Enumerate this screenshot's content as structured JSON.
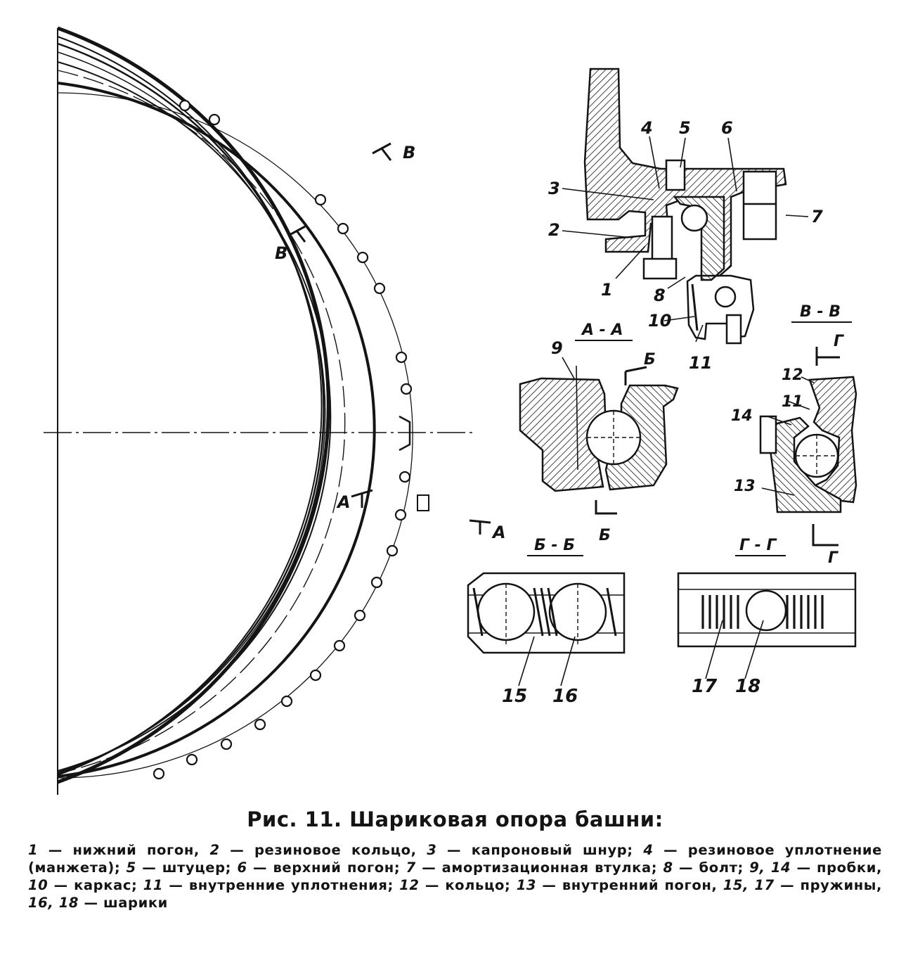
{
  "callouts": {
    "n1": "1",
    "n2": "2",
    "n3": "3",
    "n4": "4",
    "n5": "5",
    "n6": "6",
    "n7": "7",
    "n8": "8",
    "n9": "9",
    "n10": "10",
    "n11a": "11",
    "n11b": "11",
    "n12": "12",
    "n13": "13",
    "n14": "14",
    "n15": "15",
    "n16": "16",
    "n17": "17",
    "n18": "18"
  },
  "section_marks": {
    "v_upper": "В",
    "v_lower": "В",
    "a_left": "А",
    "a_right": "А",
    "b_upper": "Б",
    "b_lower": "Б",
    "g_upper": "Г",
    "g_lower": "Г"
  },
  "section_titles": {
    "aa": "А - А",
    "vv": "В - В",
    "bb": "Б - Б",
    "gg": "Г - Г"
  },
  "caption": {
    "title": "Рис. 11. Шариковая опора башни:",
    "items": [
      {
        "num": "1",
        "text": "нижний погон,"
      },
      {
        "num": "2",
        "text": "резиновое кольцо,"
      },
      {
        "num": "3",
        "text": "капроновый шнур;"
      },
      {
        "num": "4",
        "text": "резиновое уплотнение (манжета);"
      },
      {
        "num": "5",
        "text": "штуцер;"
      },
      {
        "num": "6",
        "text": "верхний погон;"
      },
      {
        "num": "7",
        "text": "амортизационная втулка;"
      },
      {
        "num": "8",
        "text": "болт;"
      },
      {
        "num": "9, 14",
        "text": "пробки,"
      },
      {
        "num": "10",
        "text": "каркас;"
      },
      {
        "num": "11",
        "text": "внутренние уплотнения;"
      },
      {
        "num": "12",
        "text": "кольцо;"
      },
      {
        "num": "13",
        "text": "внутренний погон,"
      },
      {
        "num": "15, 17",
        "text": "пружины,"
      },
      {
        "num": "16, 18",
        "text": "шарики"
      }
    ]
  }
}
